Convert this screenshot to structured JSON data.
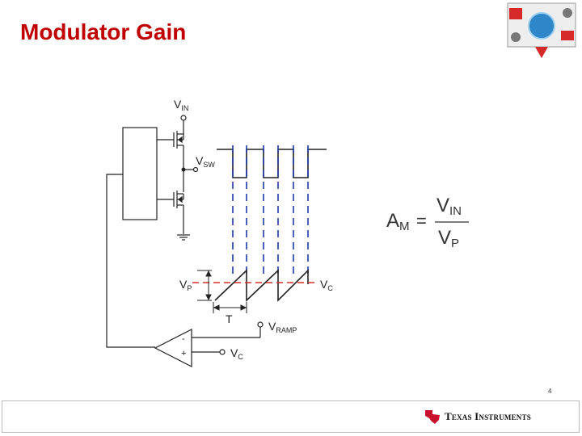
{
  "slide": {
    "title": "Modulator Gain",
    "page_number": "4",
    "brand_text": "Texas Instruments"
  },
  "diagram": {
    "v_in": {
      "main": "V",
      "sub": "IN"
    },
    "v_sw": {
      "main": "V",
      "sub": "SW"
    },
    "v_p": {
      "main": "V",
      "sub": "P"
    },
    "v_c_right": {
      "main": "V",
      "sub": "C"
    },
    "period": "T",
    "v_ramp": {
      "main": "V",
      "sub": "RAMP"
    },
    "v_c_input": {
      "main": "V",
      "sub": "C"
    },
    "op_minus": "-",
    "op_plus": "+"
  },
  "formula": {
    "lhs_main": "A",
    "lhs_sub": "M",
    "equals": "=",
    "num_main": "V",
    "num_sub": "IN",
    "den_main": "V",
    "den_sub": "P"
  },
  "colors": {
    "title": "#c00000",
    "dashed_blue": "#1f3aa8",
    "dashed_red": "#d9302b"
  }
}
